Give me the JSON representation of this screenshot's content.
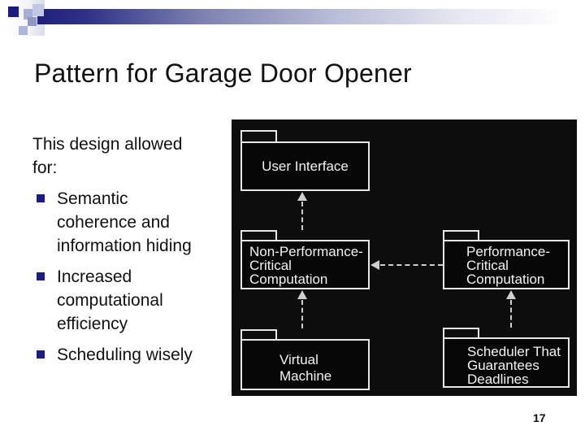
{
  "slide": {
    "title": "Pattern for Garage Door Opener",
    "page_number": "17"
  },
  "body": {
    "intro_lines": [
      "This design allowed",
      "for:"
    ],
    "bullets": [
      {
        "lines": [
          "Semantic",
          "coherence and",
          "information hiding"
        ]
      },
      {
        "lines": [
          "Increased",
          "computational",
          "efficiency"
        ]
      },
      {
        "lines": [
          "Scheduling wisely"
        ]
      }
    ]
  },
  "diagram": {
    "packages": [
      {
        "name": "User Interface",
        "lines": [
          "User Interface"
        ]
      },
      {
        "name": "Non-Performance-Critical Computation",
        "lines": [
          "Non-Performance-",
          "Critical",
          "Computation"
        ]
      },
      {
        "name": "Performance-Critical Computation",
        "lines": [
          "Performance-",
          "Critical",
          "Computation"
        ]
      },
      {
        "name": "Virtual Machine",
        "lines": [
          "Virtual",
          "Machine"
        ]
      },
      {
        "name": "Scheduler That Guarantees Deadlines",
        "lines": [
          "Scheduler That",
          "Guarantees",
          "Deadlines"
        ]
      }
    ]
  },
  "colors": {
    "bullet_square": "#1a1a8c",
    "accent_bar_start": "#20207c",
    "diagram_background": "#0d0d0d",
    "diagram_line": "#cfcfcf"
  }
}
